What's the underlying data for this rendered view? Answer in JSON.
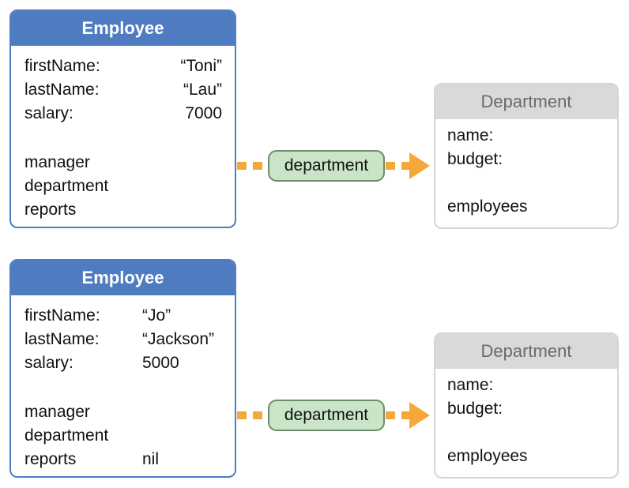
{
  "top": {
    "employee": {
      "title": "Employee",
      "fields": [
        {
          "label": "firstName:",
          "value": "“Toni”"
        },
        {
          "label": "lastName:",
          "value": "“Lau”"
        },
        {
          "label": "salary:",
          "value": "7000"
        }
      ],
      "relationships": [
        {
          "label": "manager",
          "value": ""
        },
        {
          "label": "department",
          "value": ""
        },
        {
          "label": "reports",
          "value": ""
        }
      ]
    },
    "relationship_label": "department",
    "department": {
      "title": "Department",
      "fields": [
        "name:",
        "budget:"
      ],
      "relationships": [
        "employees"
      ]
    }
  },
  "bottom": {
    "employee": {
      "title": "Employee",
      "fields": [
        {
          "label": "firstName:",
          "value": "“Jo”"
        },
        {
          "label": "lastName:",
          "value": "“Jackson”"
        },
        {
          "label": "salary:",
          "value": "5000"
        }
      ],
      "relationships": [
        {
          "label": "manager",
          "value": ""
        },
        {
          "label": "department",
          "value": ""
        },
        {
          "label": "reports",
          "value": "nil"
        }
      ]
    },
    "relationship_label": "department",
    "department": {
      "title": "Department",
      "fields": [
        "name:",
        "budget:"
      ],
      "relationships": [
        "employees"
      ]
    }
  },
  "colors": {
    "employee_header": "#4f7cc0",
    "department_header": "#d9d9d9",
    "relationship_pill": "#c9e4c6",
    "arrow": "#f5a83a"
  }
}
